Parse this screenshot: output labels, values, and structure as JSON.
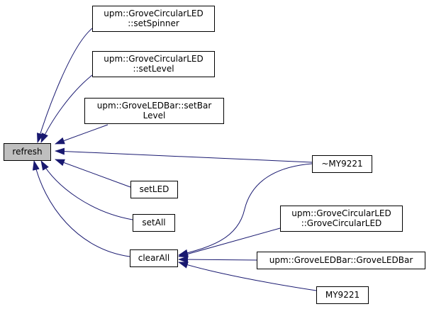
{
  "graph": {
    "colors": {
      "edge": "#191970",
      "node_border": "#000000",
      "node_fill": "#ffffff",
      "highlight_fill": "#bfbfbf"
    },
    "nodes": [
      {
        "id": "refresh",
        "lines": [
          "refresh"
        ],
        "highlight": true
      },
      {
        "id": "setSpinner",
        "lines": [
          "upm::GroveCircularLED",
          "::setSpinner"
        ]
      },
      {
        "id": "setLevel",
        "lines": [
          "upm::GroveCircularLED",
          "::setLevel"
        ]
      },
      {
        "id": "setBarLevel",
        "lines": [
          "upm::GroveLEDBar::setBar",
          "Level"
        ]
      },
      {
        "id": "destructor",
        "lines": [
          "~MY9221"
        ]
      },
      {
        "id": "setLED",
        "lines": [
          "setLED"
        ]
      },
      {
        "id": "setAll",
        "lines": [
          "setAll"
        ]
      },
      {
        "id": "clearAll",
        "lines": [
          "clearAll"
        ]
      },
      {
        "id": "groveCircularLED",
        "lines": [
          "upm::GroveCircularLED",
          "::GroveCircularLED"
        ]
      },
      {
        "id": "groveLEDBar",
        "lines": [
          "upm::GroveLEDBar::GroveLEDBar"
        ]
      },
      {
        "id": "constructor",
        "lines": [
          "MY9221"
        ]
      }
    ],
    "edges": [
      {
        "from": "setSpinner",
        "to": "refresh"
      },
      {
        "from": "setLevel",
        "to": "refresh"
      },
      {
        "from": "setBarLevel",
        "to": "refresh"
      },
      {
        "from": "destructor",
        "to": "refresh"
      },
      {
        "from": "setLED",
        "to": "refresh"
      },
      {
        "from": "setAll",
        "to": "refresh"
      },
      {
        "from": "clearAll",
        "to": "refresh"
      },
      {
        "from": "destructor",
        "to": "clearAll"
      },
      {
        "from": "groveCircularLED",
        "to": "clearAll"
      },
      {
        "from": "groveLEDBar",
        "to": "clearAll"
      },
      {
        "from": "constructor",
        "to": "clearAll"
      }
    ]
  }
}
